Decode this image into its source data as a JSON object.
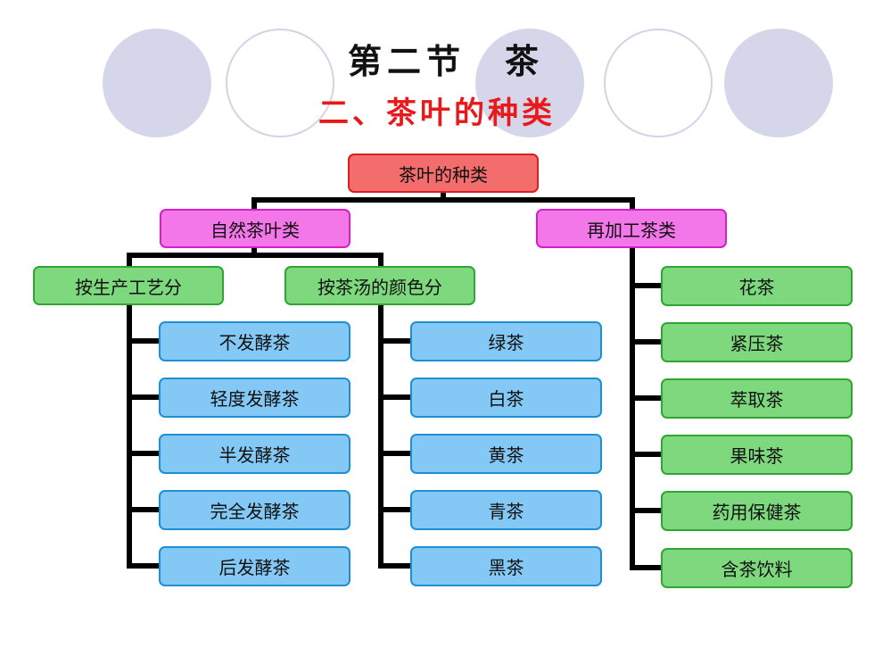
{
  "header": {
    "title": "第二节　茶",
    "subtitle": "二、茶叶的种类"
  },
  "tree": {
    "root": "茶叶的种类",
    "natural": {
      "label": "自然茶叶类",
      "process": {
        "label": "按生产工艺分",
        "items": [
          "不发酵茶",
          "轻度发酵茶",
          "半发酵茶",
          "完全发酵茶",
          "后发酵茶"
        ]
      },
      "color": {
        "label": "按茶汤的颜色分",
        "items": [
          "绿茶",
          "白茶",
          "黄茶",
          "青茶",
          "黑茶"
        ]
      }
    },
    "reprocessed": {
      "label": "再加工茶类",
      "items": [
        "花茶",
        "紧压茶",
        "萃取茶",
        "果味茶",
        "药用保健茶",
        "含茶饮料"
      ]
    }
  },
  "colors": {
    "root_fill": "#f36d6d",
    "level1_fill": "#f477e9",
    "level2_fill": "#7ed87e",
    "leaf_blue_fill": "#84c9f5",
    "title_red": "#e8191b",
    "connector": "#000000"
  }
}
